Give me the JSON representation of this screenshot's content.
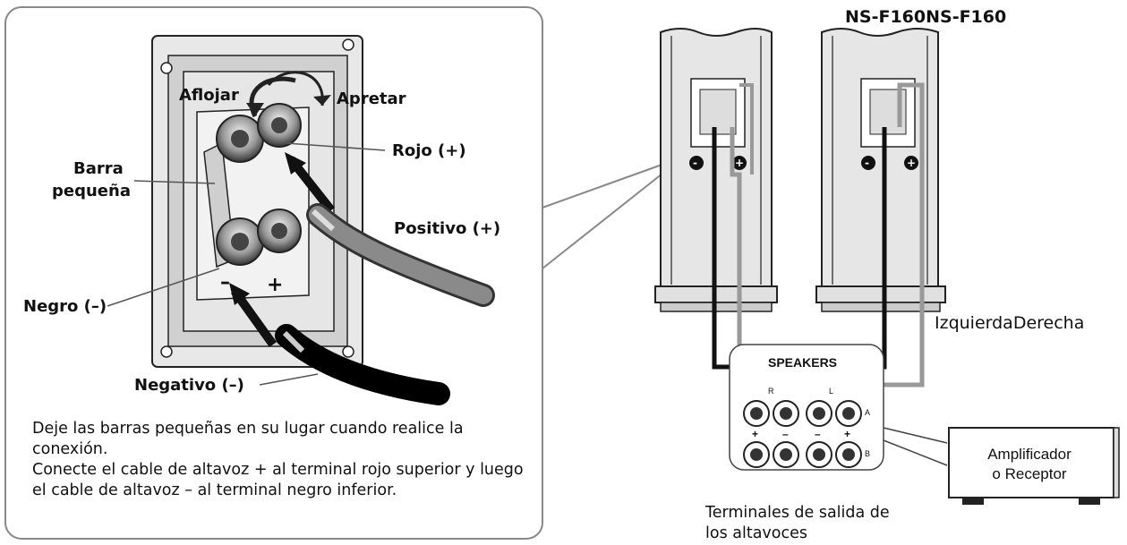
{
  "model_label": "NS-F160NS-F160",
  "callout": {
    "loosen": "Aflojar",
    "tighten": "Apretar",
    "small_bar_line1": "Barra",
    "small_bar_line2": "pequeña",
    "red": "Rojo (+)",
    "positive": "Positivo (+)",
    "black": "Negro (–)",
    "negative": "Negativo (–)",
    "plate_minus": "–",
    "plate_plus": "+",
    "note_lines": [
      "Deje las barras pequeñas en su lugar cuando realice la conexión.",
      "Conecte el cable de altavoz + al terminal rojo superior y luego el cable de altavoz – al terminal negro inferior."
    ]
  },
  "left_right": "IzquierdaDerecha",
  "panel": {
    "title": "SPEAKERS",
    "r": "R",
    "l": "L",
    "a": "A",
    "b": "B",
    "plus": "+",
    "minus": "–"
  },
  "terminals_caption_line1": "Terminales de salida de",
  "terminals_caption_line2": "los altavoces",
  "amplifier_line1": "Amplificador",
  "amplifier_line2": "o Receptor"
}
